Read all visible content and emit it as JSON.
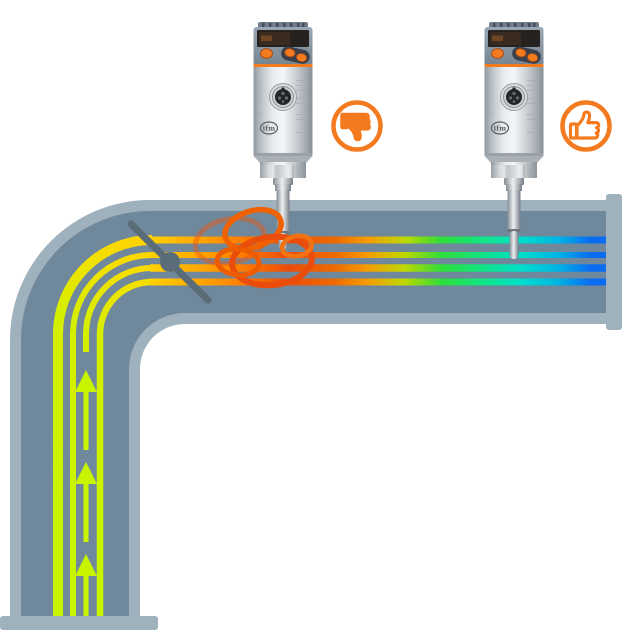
{
  "diagram": {
    "type": "flow-sensor-installation-comparison",
    "flow_direction": "up-then-right"
  },
  "sensors": [
    {
      "logo": "ifm",
      "rating_icon": "thumbs-down-icon",
      "rating": "bad",
      "mounting": "in-turbulence-behind-valve"
    },
    {
      "logo": "ifm",
      "rating_icon": "thumbs-up-icon",
      "rating": "good",
      "mounting": "downstream-in-steady-flow"
    }
  ],
  "valve": {
    "icon": "butterfly-valve-icon"
  },
  "flow_arrows": {
    "icon": "up-arrow-icon",
    "count": 3
  },
  "colors": {
    "accent_orange": "#f47a20",
    "pipe_fill": "#70889c",
    "pipe_edge": "#9fb1bd",
    "valve_gray": "#5b6c79",
    "flow_slow": "#c9f400",
    "flow_yellow": "#ffd300",
    "flow_orange": "#ff8a00",
    "flow_turbulent": "#ea4d0b",
    "flow_green": "#2ede3a",
    "flow_cyan": "#00dfcb",
    "flow_blue": "#0a6cf0"
  }
}
